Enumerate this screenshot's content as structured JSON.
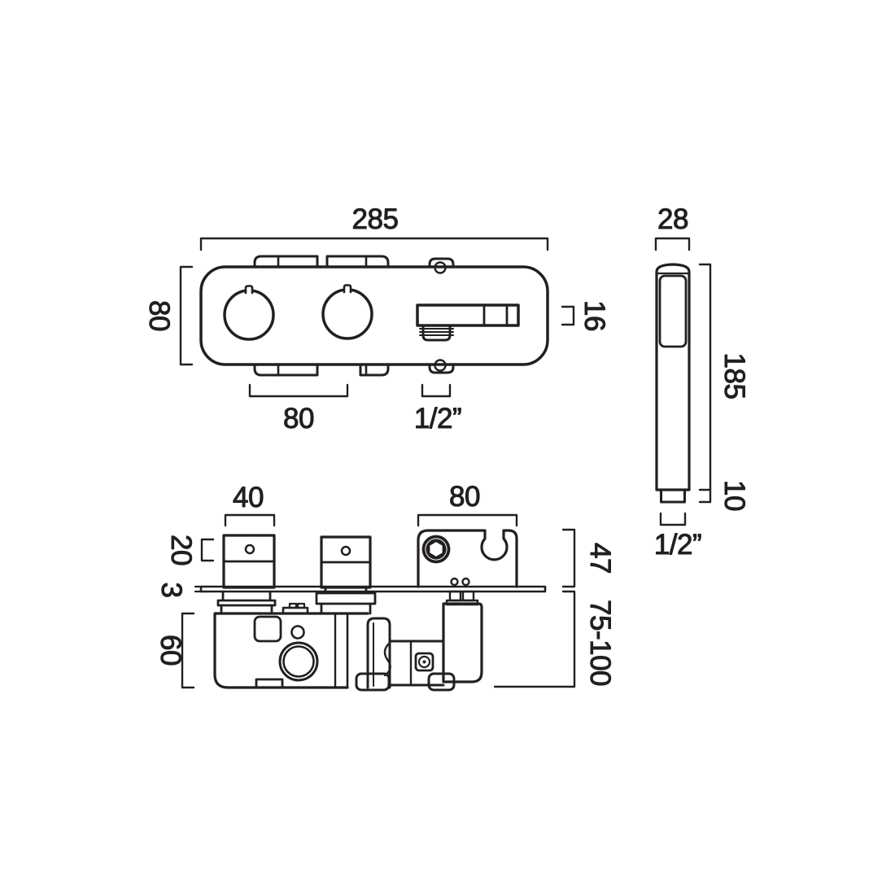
{
  "meta": {
    "drawing_type": "technical-dimension-drawing",
    "background": "#ffffff",
    "line_color": "#231f20"
  },
  "front_view": {
    "label": "shower-valve-front-view",
    "dim_overall_width": "285",
    "dim_overall_height": "80",
    "dim_outlet_height": "16",
    "dim_fixing_width": "80",
    "dim_outlet_thread": "1/2”"
  },
  "handset_view": {
    "label": "hand-shower-side-view",
    "dim_width": "28",
    "dim_length": "185",
    "dim_connector": "10",
    "dim_thread": "1/2”"
  },
  "section_view": {
    "label": "valve-side-section-view",
    "dim_knob_width": "40",
    "dim_bracket_width": "80",
    "dim_knob_height": "20",
    "dim_plate_thickness": "3",
    "dim_body_depth": "60",
    "dim_bracket_depth": "47",
    "dim_wall_depth": "75-100"
  }
}
